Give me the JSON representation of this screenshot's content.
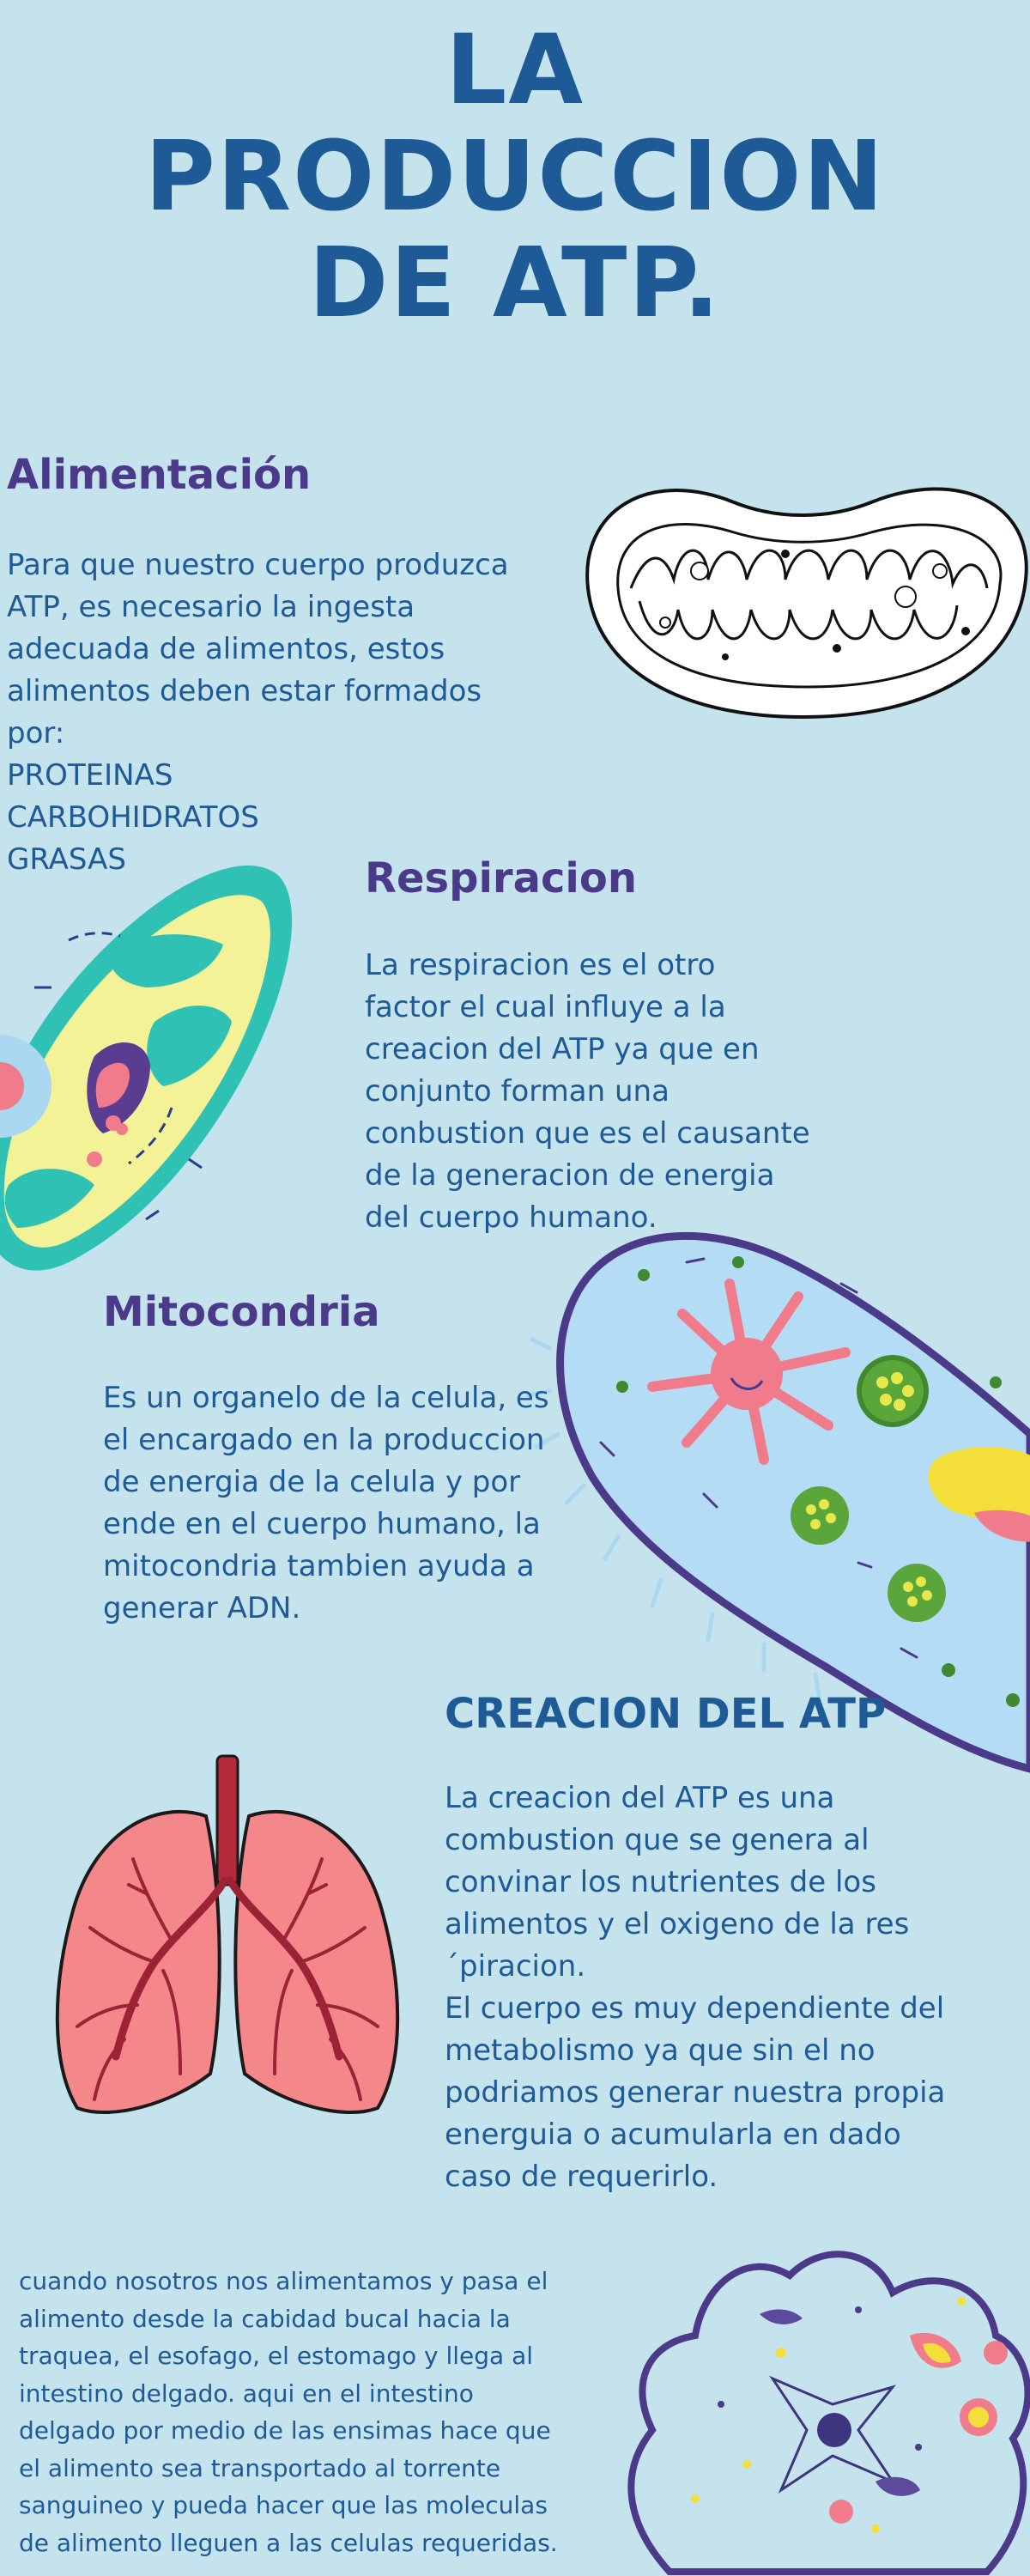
{
  "title": {
    "line1": "LA",
    "line2": "PRODUCCION",
    "line3": "DE ATP."
  },
  "sections": {
    "alimentacion": {
      "heading": "Alimentación",
      "body": "Para que nuestro cuerpo produzca\nATP, es necesario la ingesta\nadecuada de alimentos, estos\nalimentos deben estar formados\npor:\nPROTEINAS\nCARBOHIDRATOS\nGRASAS"
    },
    "respiracion": {
      "heading": "Respiracion",
      "body": "La respiracion es el otro\nfactor el cual influye a la\ncreacion del ATP ya que en\nconjunto forman una\nconbustion que es el causante\nde la generacion de energia\ndel cuerpo humano."
    },
    "mitocondria": {
      "heading": "Mitocondria",
      "body": "Es un organelo de la celula, es\nel encargado en la produccion\nde energia de la celula y por\nende en el cuerpo humano, la\nmitocondria tambien ayuda a\ngenerar ADN."
    },
    "creacion": {
      "heading": "CREACION DEL ATP",
      "body": "La creacion del ATP es una\ncombustion que se genera al\nconvinar los nutrientes de los\nalimentos y el oxigeno de la res\n´piracion.\nEl cuerpo es muy dependiente del\nmetabolismo ya que sin el no\npodriamos generar nuestra propia\nenerguia o acumularla en dado\ncaso de requerirlo."
    },
    "final": {
      "body": "cuando nosotros nos alimentamos y pasa el\nalimento desde la cabidad bucal hacia la\ntraquea, el esofago, el estomago y llega al\nintestino delgado. aqui en el intestino\ndelgado por medio de las ensimas hace que\nel alimento sea transportado al torrente\nsanguineo y pueda hacer que las moleculas\nde alimento lleguen a las celulas requeridas."
    }
  },
  "colors": {
    "background": "#c5e3ec",
    "title": "#1d5a96",
    "heading_purple": "#4b3a8a",
    "text": "#1d5a96"
  },
  "illustrations": [
    "mitochondria-icon",
    "cell-icon",
    "bacteria-icon",
    "lungs-icon",
    "amoeba-icon"
  ]
}
